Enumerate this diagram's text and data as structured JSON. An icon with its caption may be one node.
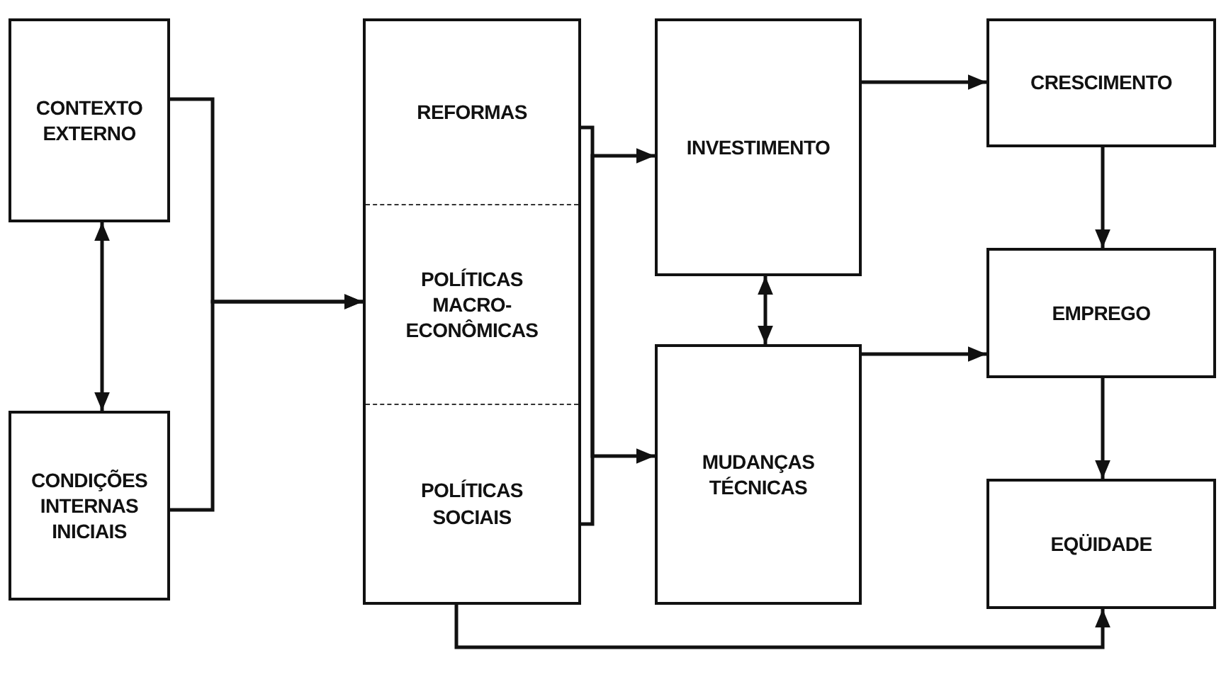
{
  "diagram": {
    "nodes": [
      {
        "text": [
          "CONTEXTO EXTERNO"
        ]
      },
      {
        "text": [
          "CONDIÇÕES INTERNAS INICIAIS"
        ]
      },
      {
        "text": [],
        "shape": "box"
      },
      {
        "text": [
          "REFORMAS"
        ],
        "in": 2
      },
      {
        "text": [
          "POLÍTICAS MACRO- ECONÔMICAS"
        ],
        "in": 2
      },
      {
        "text": [
          "POLÍTICAS SOCIAIS"
        ],
        "in": 2
      },
      {
        "text": [
          "INVESTIMENTO"
        ]
      },
      {
        "text": [
          "MUDANÇAS TÉCNICAS"
        ]
      },
      {
        "text": [
          "CRESCIMENTO"
        ]
      },
      {
        "text": [
          "EMPREGO"
        ]
      },
      {
        "text": [
          "EQÜIDADE"
        ]
      }
    ],
    "edges": [
      {
        "from": 0,
        "to": 1,
        "arrow": "both"
      },
      {
        "from": 0,
        "to": 2,
        "arrow": "to"
      },
      {
        "from": 1,
        "to": 2,
        "arrow": "to"
      },
      {
        "from": 2,
        "to": 6,
        "arrow": "to"
      },
      {
        "from": 2,
        "to": 7,
        "arrow": "to"
      },
      {
        "from": 6,
        "to": 7,
        "arrow": "both"
      },
      {
        "from": 6,
        "to": 8,
        "arrow": "to"
      },
      {
        "from": 8,
        "to": 9,
        "arrow": "to"
      },
      {
        "from": 7,
        "to": 9,
        "arrow": "to"
      },
      {
        "from": 9,
        "to": 10,
        "arrow": "to"
      },
      {
        "from": 2,
        "to": 10,
        "arrow": "to"
      }
    ]
  }
}
